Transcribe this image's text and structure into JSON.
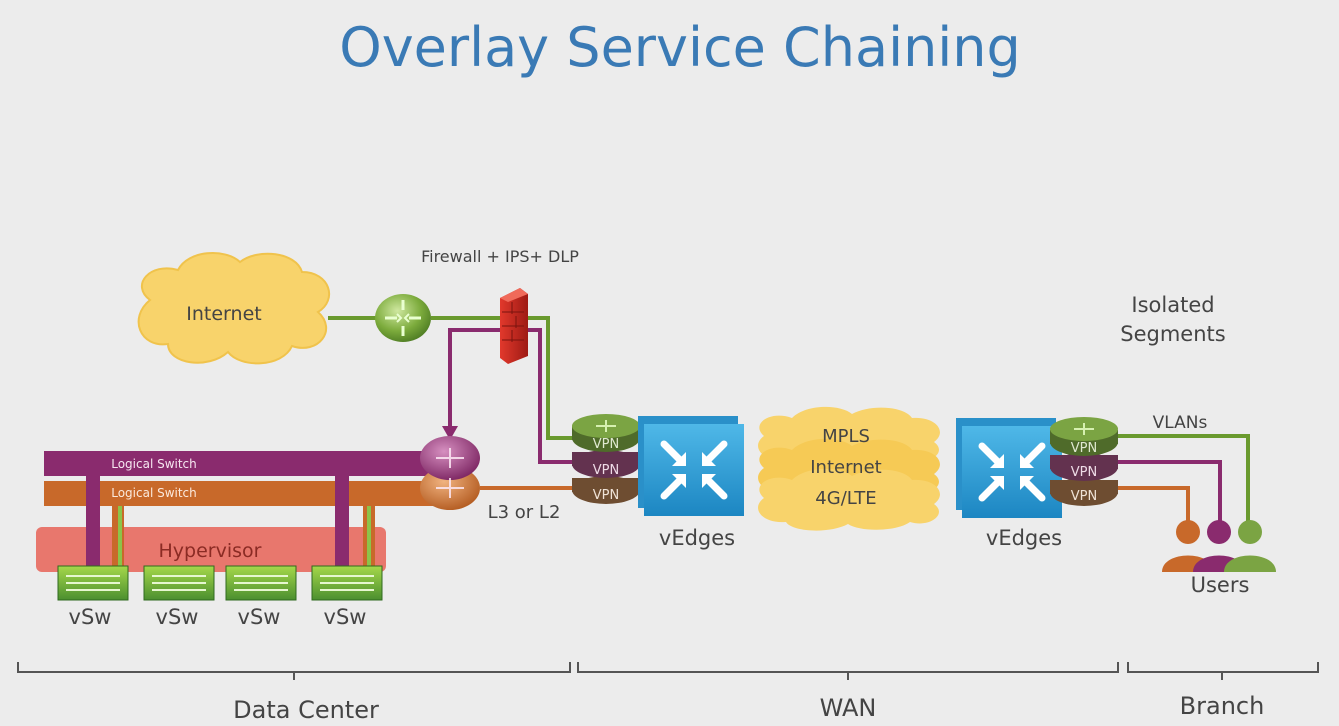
{
  "title": "Overlay Service Chaining",
  "labels": {
    "internet_cloud": "Internet",
    "firewall": "Firewall + IPS+ DLP",
    "isolated_segments_1": "Isolated",
    "isolated_segments_2": "Segments",
    "vlans": "VLANs",
    "logical_switch_1": "Logical Switch",
    "logical_switch_2": "Logical Switch",
    "hypervisor": "Hypervisor",
    "l3_or_l2": "L3 or L2",
    "vedges_left": "vEdges",
    "vedges_right": "vEdges",
    "users": "Users",
    "vpn": "VPN"
  },
  "wan_links": [
    "MPLS",
    "Internet",
    "4G/LTE"
  ],
  "vswitches": [
    "vSw",
    "vSw",
    "vSw",
    "vSw"
  ],
  "sections": [
    "Data Center",
    "WAN",
    "Branch"
  ],
  "colors": {
    "title": "#3a7ab5",
    "green": "#6a9a2e",
    "purple": "#8a2b6e",
    "orange": "#c8692a",
    "firewall": "#c8261e",
    "router_blue": "#2a9fd8",
    "cloud": "#f7d26a",
    "hypervisor": "#e8776d"
  }
}
